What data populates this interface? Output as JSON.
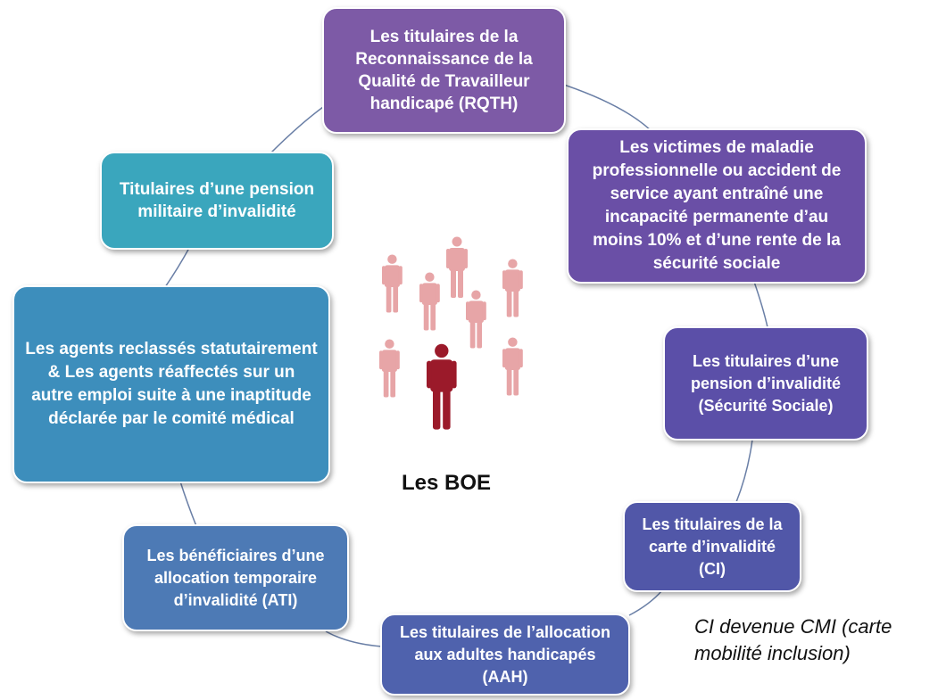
{
  "diagram": {
    "center_label": "Les BOE",
    "note": "CI devenue CMI (carte mobilité inclusion)",
    "colors": {
      "top_node": "#7d5aa6",
      "victims_node": "#6a4fa6",
      "pension_ss_node": "#5b4fa8",
      "carte_node": "#5157a8",
      "aah_node": "#4f62ad",
      "ati_node": "#4d7ab5",
      "agents_node": "#3d8ebc",
      "militaire_node": "#3aa6bd",
      "connector": "#6a7fa6",
      "people_light": "#e7a5a7",
      "people_dark": "#9b1a2a"
    },
    "nodes": [
      {
        "id": "rqth",
        "text": "Les titulaires de la Reconnaissance de la Qualité de Travailleur handicapé (RQTH)"
      },
      {
        "id": "victims",
        "text": "Les victimes de maladie professionnelle ou accident de service ayant entraîné une incapacité permanente d’au moins 10% et d’une rente de la sécurité sociale"
      },
      {
        "id": "pension_ss",
        "text": "Les titulaires d’une pension d’invalidité (Sécurité Sociale)"
      },
      {
        "id": "carte",
        "text": "Les  titulaires de la carte d’invalidité (CI)"
      },
      {
        "id": "aah",
        "text": "Les titulaires de l’allocation aux adultes handicapés (AAH)"
      },
      {
        "id": "ati",
        "text": "Les bénéficiaires d’une allocation temporaire d’invalidité (ATI)"
      },
      {
        "id": "agents",
        "text": "Les agents reclassés statutairement & Les agents réaffectés sur un autre emploi suite à une inaptitude déclarée par le comité médical"
      },
      {
        "id": "militaire",
        "text": "Titulaires d’une pension militaire d’invalidité"
      }
    ]
  }
}
